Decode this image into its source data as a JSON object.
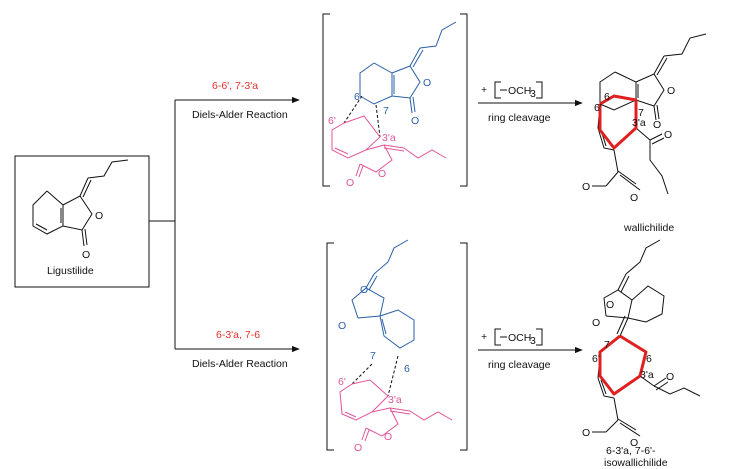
{
  "start": {
    "name": "Ligustilide"
  },
  "top_path": {
    "bond_formation": "6-6', 7-3'a",
    "reaction": "Diels-Alder Reaction",
    "reagent_prefix": "+",
    "reagent_group": "OCH",
    "reagent_sub": "3",
    "step2": "ring cleavage",
    "product": "wallichilide",
    "labels": {
      "a": "6",
      "b": "7",
      "c": "6'",
      "d": "3'a"
    }
  },
  "bottom_path": {
    "bond_formation": "6-3'a, 7-6",
    "reaction": "Diels-Alder Reaction",
    "reagent_prefix": "+",
    "reagent_group": "OCH",
    "reagent_sub": "3",
    "step2": "ring cleavage",
    "product_line1": "6-3'a, 7-6'-",
    "product_line2": "isowallichilide",
    "labels": {
      "a": "7",
      "b": "6",
      "c": "6'",
      "d": "3'a"
    }
  },
  "atoms": {
    "O": "O"
  },
  "colors": {
    "highlight": "#e8302a",
    "upper_unit": "#2a5fa8",
    "lower_unit": "#e0569a"
  }
}
